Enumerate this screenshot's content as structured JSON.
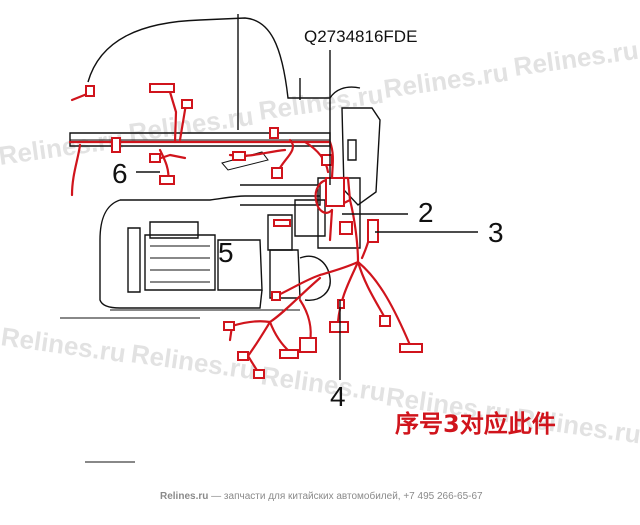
{
  "part_number": "Q2734816FDE",
  "callouts": [
    {
      "id": "2",
      "text": "2"
    },
    {
      "id": "3",
      "text": "3"
    },
    {
      "id": "4",
      "text": "4"
    },
    {
      "id": "5",
      "text": "5"
    },
    {
      "id": "6",
      "text": "6"
    }
  ],
  "note_text": "序号3对应此件",
  "watermark_text": "Relines.ru",
  "footer": {
    "brand": "Relines.ru",
    "text": " — запчасти для китайских автомобилей, +7 495 266-65-67"
  },
  "colors": {
    "harness": "#d0141c",
    "outline": "#111111",
    "watermark": "#d9d9d9",
    "note": "#d0141c"
  }
}
